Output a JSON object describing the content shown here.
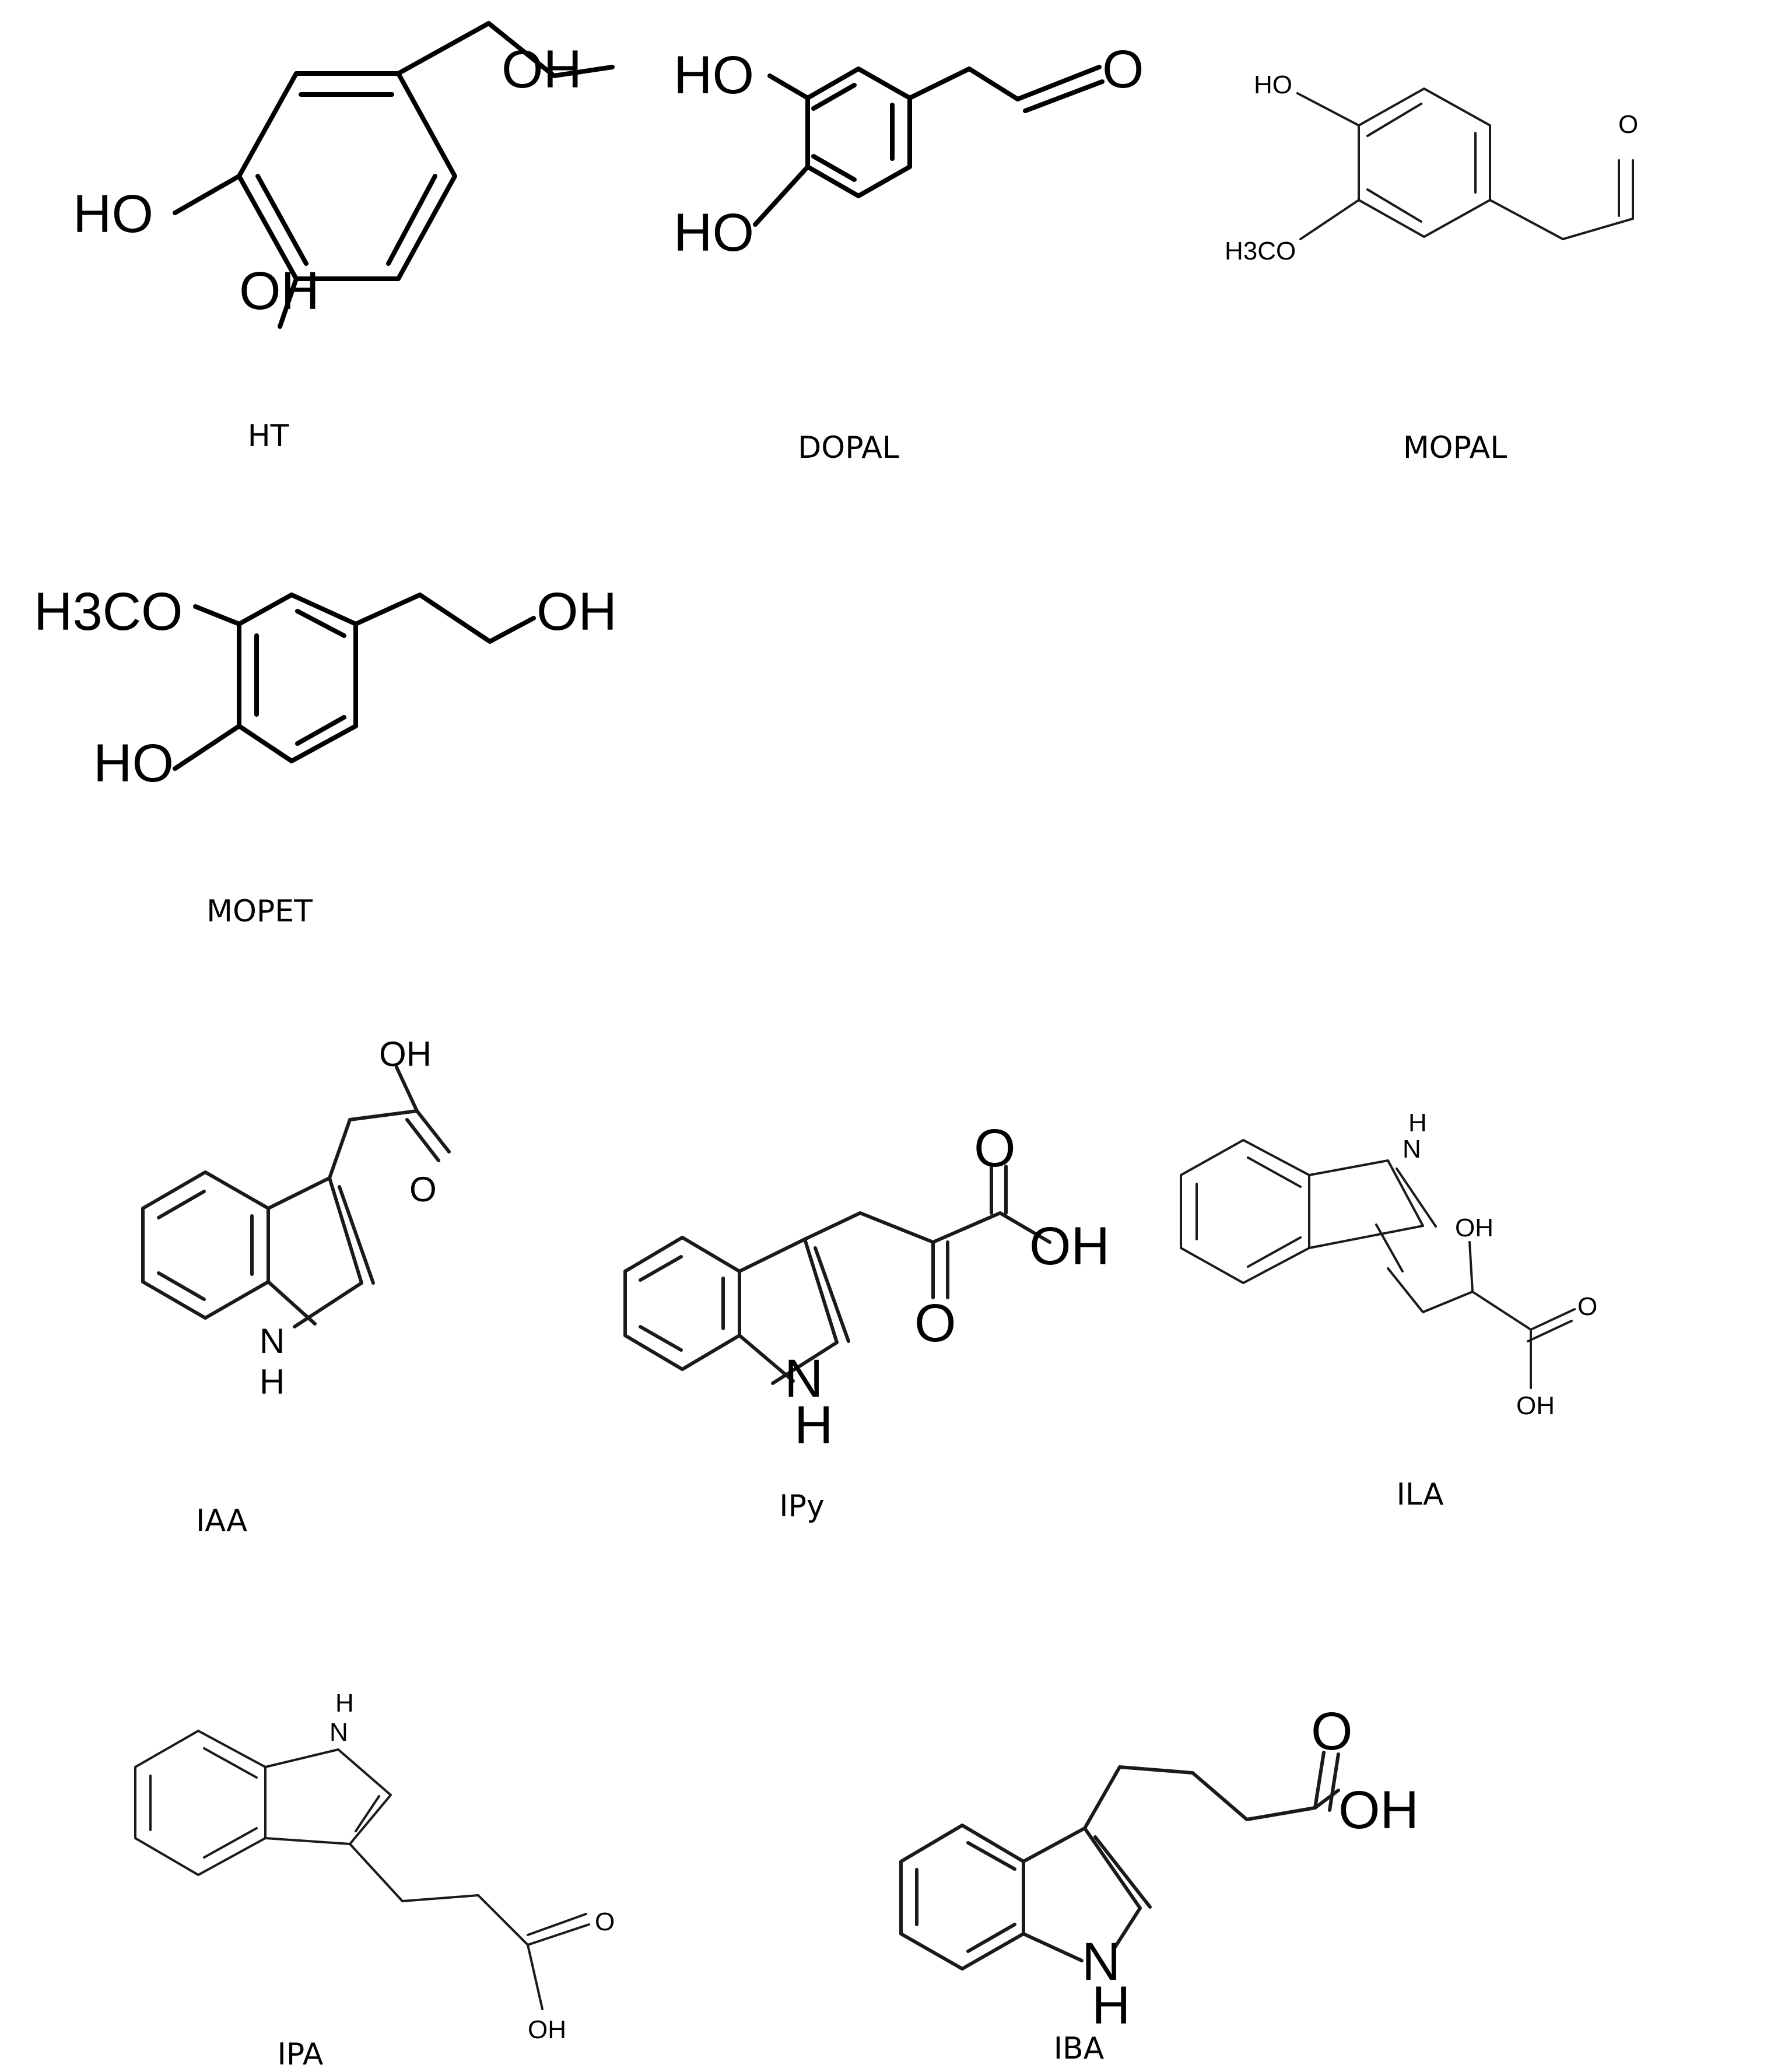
{
  "compounds": [
    {
      "name": "HT",
      "atoms": {
        "oh_top": "OH",
        "ho_left": "HO",
        "oh_bottom": "OH"
      }
    },
    {
      "name": "DOPAL",
      "atoms": {
        "ho_top": "HO",
        "ho_bottom": "HO",
        "o_ald": "O"
      }
    },
    {
      "name": "MOPAL",
      "atoms": {
        "ho": "HO",
        "h3co": "H3CO",
        "o_ald": "O"
      }
    },
    {
      "name": "MOPET",
      "atoms": {
        "h3co": "H3CO",
        "ho": "HO",
        "oh": "OH"
      }
    },
    {
      "name": "IAA",
      "atoms": {
        "oh": "OH",
        "o": "O",
        "n": "N",
        "h": "H"
      }
    },
    {
      "name": "IPy",
      "atoms": {
        "o_top": "O",
        "oh": "OH",
        "o_mid": "O",
        "n": "N",
        "h": "H"
      }
    },
    {
      "name": "ILA",
      "atoms": {
        "h": "H",
        "n": "N",
        "oh_side": "OH",
        "o": "O",
        "oh_bottom": "OH"
      }
    },
    {
      "name": "IPA",
      "atoms": {
        "h": "H",
        "n": "N",
        "o": "O",
        "oh": "OH"
      }
    },
    {
      "name": "IBA",
      "atoms": {
        "o": "O",
        "oh": "OH",
        "n": "N",
        "h": "H"
      }
    }
  ]
}
